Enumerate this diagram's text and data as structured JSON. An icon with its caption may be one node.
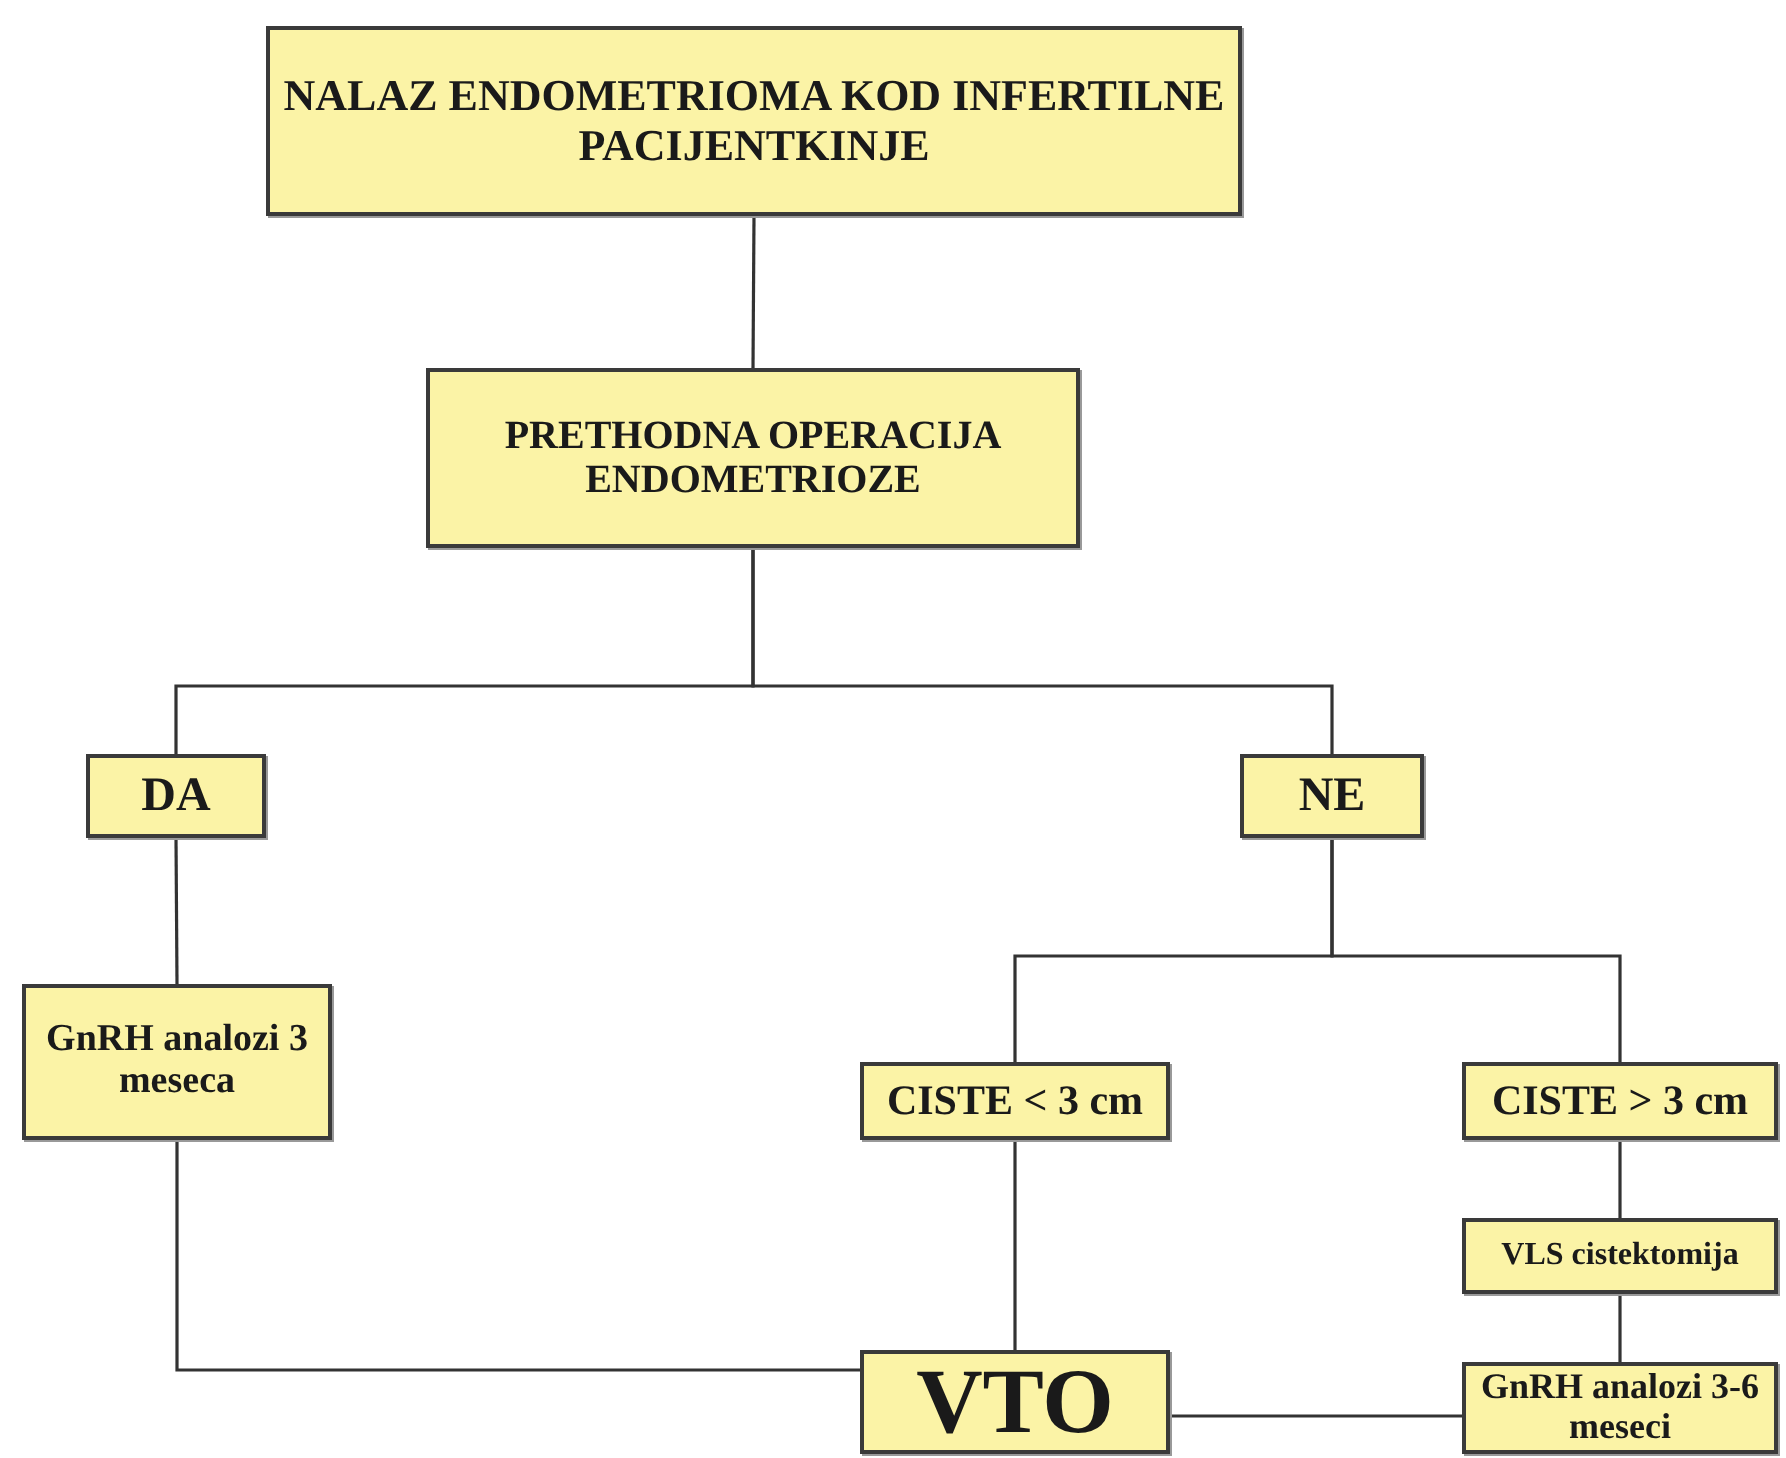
{
  "diagram": {
    "nodes": [
      {
        "text": [
          "NALAZ ENDOMETRIOMA KOD INFERTILNE PACIJENTKINJE"
        ]
      },
      {
        "text": [
          "PRETHODNA OPERACIJA ENDOMETRIOZE"
        ]
      },
      {
        "text": [
          "DA"
        ]
      },
      {
        "text": [
          "NE"
        ]
      },
      {
        "text": [
          "GnRH analozi 3 meseca"
        ]
      },
      {
        "text": [
          "CISTE < 3 cm"
        ]
      },
      {
        "text": [
          "CISTE > 3 cm"
        ]
      },
      {
        "text": [
          "VLS cistektomija"
        ]
      },
      {
        "text": [
          "GnRH analozi 3-6 meseci"
        ]
      },
      {
        "text": [
          "VTO"
        ]
      }
    ],
    "edges": [
      {
        "from": 0,
        "to": 1,
        "arrow": "none"
      },
      {
        "from": 1,
        "to": 2,
        "arrow": "none"
      },
      {
        "from": 1,
        "to": 3,
        "arrow": "none"
      },
      {
        "from": 2,
        "to": 4,
        "arrow": "none"
      },
      {
        "from": 3,
        "to": 5,
        "arrow": "none"
      },
      {
        "from": 3,
        "to": 6,
        "arrow": "none"
      },
      {
        "from": 6,
        "to": 7,
        "arrow": "none"
      },
      {
        "from": 7,
        "to": 8,
        "arrow": "none"
      },
      {
        "from": 5,
        "to": 9,
        "arrow": "none"
      },
      {
        "from": 4,
        "to": 9,
        "arrow": "none"
      },
      {
        "from": 8,
        "to": 9,
        "arrow": "none"
      }
    ]
  }
}
